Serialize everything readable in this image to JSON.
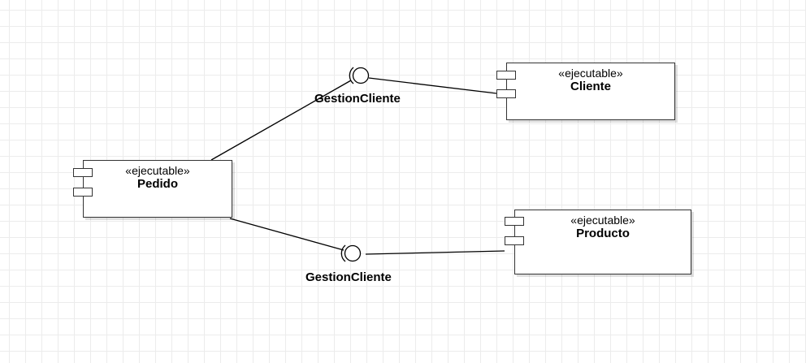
{
  "components": {
    "pedido": {
      "stereotype": "«ejecutable»",
      "name": "Pedido"
    },
    "cliente": {
      "stereotype": "«ejecutable»",
      "name": "Cliente"
    },
    "producto": {
      "stereotype": "«ejecutable»",
      "name": "Producto"
    }
  },
  "interfaces": {
    "top": {
      "label": "GestionCliente"
    },
    "bottom": {
      "label": "GestionCliente"
    }
  }
}
